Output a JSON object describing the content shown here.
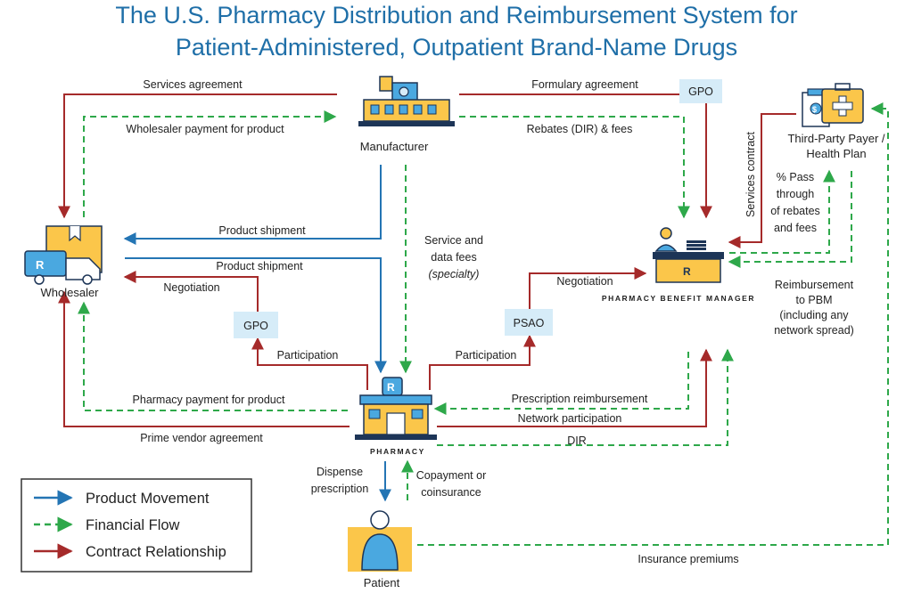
{
  "title": {
    "line1": "The U.S. Pharmacy Distribution and Reimbursement System for",
    "line2": "Patient-Administered, Outpatient Brand-Name Drugs"
  },
  "colors": {
    "title": "#1f6fa8",
    "product": "#2475b4",
    "financial": "#2ea84a",
    "contract": "#a52a2a",
    "box_fill": "#d6ecf8",
    "icon_yellow": "#fbc64a",
    "icon_blue": "#4aa8e0",
    "icon_navy": "#1d3557"
  },
  "nodes": {
    "manufacturer": "Manufacturer",
    "wholesaler": "Wholesaler",
    "pharmacy": "PHARMACY",
    "pbm": "PHARMACY BENEFIT MANAGER",
    "payer_line1": "Third-Party Payer /",
    "payer_line2": "Health Plan",
    "patient": "Patient"
  },
  "boxes": {
    "gpo_top": "GPO",
    "gpo_left": "GPO",
    "psao": "PSAO"
  },
  "edges": {
    "services_agreement": "Services agreement",
    "wholesaler_payment": "Wholesaler payment for product",
    "formulary_agreement": "Formulary agreement",
    "rebates_fees": "Rebates (DIR) & fees",
    "services_contract": "Services contract",
    "pass_through_1": "% Pass",
    "pass_through_2": "through",
    "pass_through_3": "of rebates",
    "pass_through_4": "and fees",
    "product_shipment_1": "Product shipment",
    "product_shipment_2": "Product shipment",
    "service_fees_1": "Service and",
    "service_fees_2": "data fees",
    "service_fees_3": "(specialty)",
    "negotiation_left": "Negotiation",
    "negotiation_right": "Negotiation",
    "participation_left": "Participation",
    "participation_right": "Participation",
    "reimb_pbm_1": "Reimbursement",
    "reimb_pbm_2": "to PBM",
    "reimb_pbm_3": "(including any",
    "reimb_pbm_4": "network spread)",
    "pharmacy_payment": "Pharmacy payment for product",
    "prime_vendor": "Prime vendor agreement",
    "prescription_reimbursement": "Prescription reimbursement",
    "network_participation": "Network participation",
    "dir": "DIR",
    "dispense_1": "Dispense",
    "dispense_2": "prescription",
    "copay_1": "Copayment or",
    "copay_2": "coinsurance",
    "insurance_premiums": "Insurance premiums"
  },
  "legend": {
    "product": "Product Movement",
    "financial": "Financial Flow",
    "contract": "Contract Relationship"
  }
}
